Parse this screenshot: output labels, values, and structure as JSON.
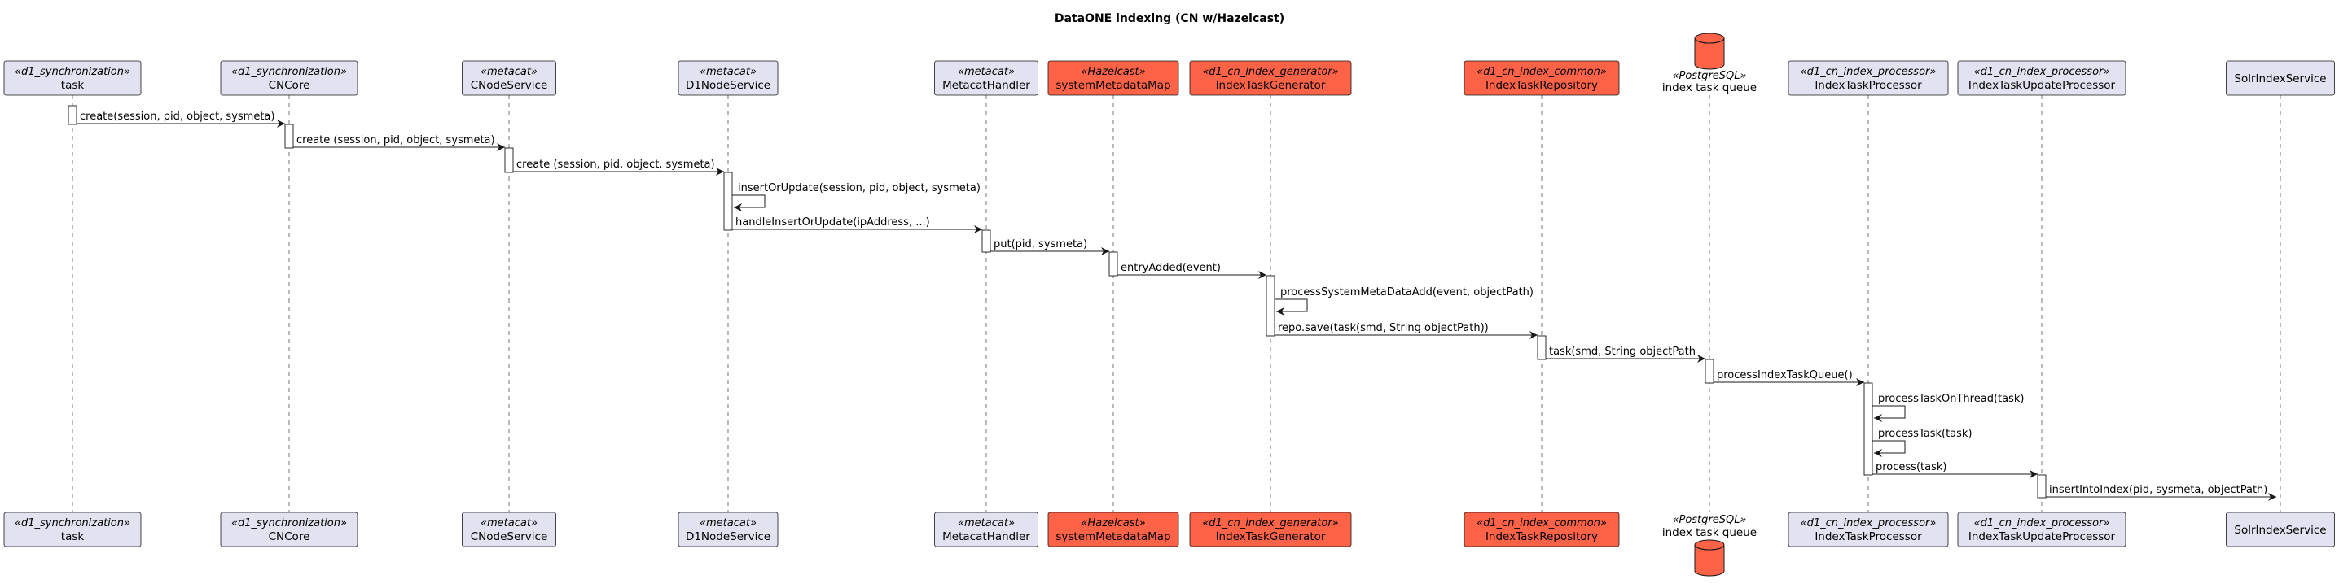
{
  "title": "DataONE indexing (CN w/Hazelcast)",
  "colors": {
    "default_fill": "#e2e2f0",
    "highlight_fill": "#ff6347",
    "database_fill": "#ff6347",
    "line": "#181818"
  },
  "participants": [
    {
      "stereotype": "«d1_synchronization»",
      "name": "task",
      "kind": "box",
      "highlight": false
    },
    {
      "stereotype": "«d1_synchronization»",
      "name": "CNCore",
      "kind": "box",
      "highlight": false
    },
    {
      "stereotype": "«metacat»",
      "name": "CNodeService",
      "kind": "box",
      "highlight": false
    },
    {
      "stereotype": "«metacat»",
      "name": "D1NodeService",
      "kind": "box",
      "highlight": false
    },
    {
      "stereotype": "«metacat»",
      "name": "MetacatHandler",
      "kind": "box",
      "highlight": false
    },
    {
      "stereotype": "«Hazelcast»",
      "name": "systemMetadataMap",
      "kind": "box",
      "highlight": true
    },
    {
      "stereotype": "«d1_cn_index_generator»",
      "name": "IndexTaskGenerator",
      "kind": "box",
      "highlight": true
    },
    {
      "stereotype": "«d1_cn_index_common»",
      "name": "IndexTaskRepository",
      "kind": "box",
      "highlight": true
    },
    {
      "stereotype": "«PostgreSQL»",
      "name": "index task queue",
      "kind": "database",
      "highlight": true
    },
    {
      "stereotype": "«d1_cn_index_processor»",
      "name": "IndexTaskProcessor",
      "kind": "box",
      "highlight": false
    },
    {
      "stereotype": "«d1_cn_index_processor»",
      "name": "IndexTaskUpdateProcessor",
      "kind": "box",
      "highlight": false
    },
    {
      "stereotype": "",
      "name": "SolrIndexService",
      "kind": "box",
      "highlight": false
    }
  ],
  "messages": [
    {
      "from": 0,
      "to": 1,
      "label": "create(session, pid, object, sysmeta)"
    },
    {
      "from": 1,
      "to": 2,
      "label": "create (session, pid, object, sysmeta)"
    },
    {
      "from": 2,
      "to": 3,
      "label": "create (session, pid, object, sysmeta)"
    },
    {
      "from": 3,
      "to": 3,
      "label": "insertOrUpdate(session, pid, object, sysmeta)"
    },
    {
      "from": 3,
      "to": 4,
      "label": "handleInsertOrUpdate(ipAddress, ...)"
    },
    {
      "from": 4,
      "to": 5,
      "label": "put(pid, sysmeta)"
    },
    {
      "from": 5,
      "to": 6,
      "label": "entryAdded(event)"
    },
    {
      "from": 6,
      "to": 6,
      "label": "processSystemMetaDataAdd(event, objectPath)"
    },
    {
      "from": 6,
      "to": 7,
      "label": "repo.save(task(smd, String objectPath))"
    },
    {
      "from": 7,
      "to": 8,
      "label": "task(smd, String objectPath"
    },
    {
      "from": 8,
      "to": 9,
      "label": "processIndexTaskQueue()"
    },
    {
      "from": 9,
      "to": 9,
      "label": "processTaskOnThread(task)"
    },
    {
      "from": 9,
      "to": 9,
      "label": "processTask(task)"
    },
    {
      "from": 9,
      "to": 10,
      "label": "process(task)"
    },
    {
      "from": 10,
      "to": 11,
      "label": "insertIntoIndex(pid, sysmeta, objectPath)"
    }
  ]
}
